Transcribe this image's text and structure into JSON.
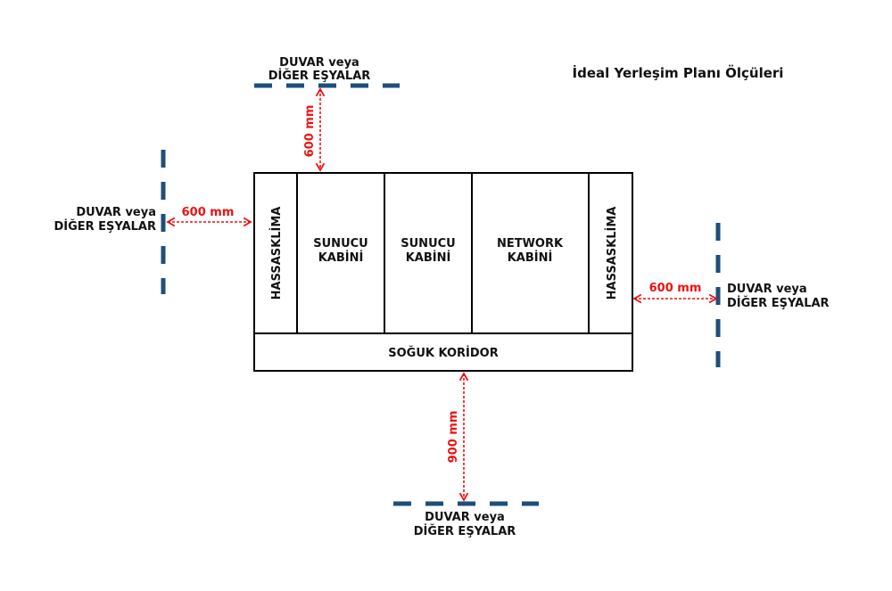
{
  "title": "İdeal Yerleşim Planı Ölçüleri",
  "colors": {
    "wall": "#1f4e79",
    "dimension": "#ee1111",
    "outline": "#000000",
    "text": "#111111"
  },
  "walls": {
    "top": {
      "line1": "DUVAR veya",
      "line2": "DİĞER EŞYALAR"
    },
    "left": {
      "line1": "DUVAR veya",
      "line2": "DİĞER EŞYALAR"
    },
    "right": {
      "line1": "DUVAR veya",
      "line2": "DİĞER EŞYALAR"
    },
    "bottom": {
      "line1": "DUVAR veya",
      "line2": "DİĞER EŞYALAR"
    }
  },
  "dimensions": {
    "top": "600 mm",
    "left": "600 mm",
    "right": "600 mm",
    "bottom": "900 mm"
  },
  "cabinets": [
    {
      "line1": "HASSASKLİMA",
      "line2": "",
      "vertical": true
    },
    {
      "line1": "SUNUCU",
      "line2": "KABİNİ",
      "vertical": false
    },
    {
      "line1": "SUNUCU",
      "line2": "KABİNİ",
      "vertical": false
    },
    {
      "line1": "NETWORK",
      "line2": "KABİNİ",
      "vertical": false
    },
    {
      "line1": "HASSASKLİMA",
      "line2": "",
      "vertical": true
    }
  ],
  "corridor": "SOĞUK KORİDOR"
}
